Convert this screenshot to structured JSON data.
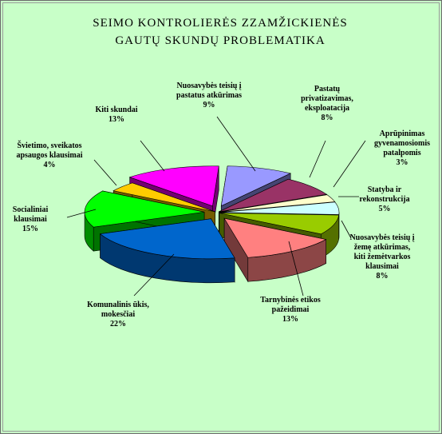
{
  "chart_data": {
    "type": "pie",
    "title_lines": [
      "SEIMO KONTROLIERĖS ZZAMŽICKIENĖS",
      "GAUTŲ SKUNDŲ PROBLEMATIKA"
    ],
    "slices": [
      {
        "label_lines": [
          "Nuosavybės teisių į",
          "pastatus atkūrimas"
        ],
        "percent_label": "9%",
        "value": 9,
        "color": "#9999ff",
        "exploded": true
      },
      {
        "label_lines": [
          "Pastatų",
          "privatizavimas,",
          "eksploatacija"
        ],
        "percent_label": "8%",
        "value": 8,
        "color": "#993366",
        "exploded": false
      },
      {
        "label_lines": [
          "Aprūpinimas",
          "gyvenamosiomis",
          "patalpomis"
        ],
        "percent_label": "3%",
        "value": 3,
        "color": "#ffffcc",
        "exploded": false
      },
      {
        "label_lines": [
          "Statyba ir",
          "rekonstrukcija"
        ],
        "percent_label": "5%",
        "value": 5,
        "color": "#ccffff",
        "exploded": false
      },
      {
        "label_lines": [
          "Nuosavybės teisių į",
          "žemę atkūrimas,",
          "kiti žemėtvarkos",
          "klausimai"
        ],
        "percent_label": "8%",
        "value": 8,
        "color": "#99cc00",
        "exploded": false
      },
      {
        "label_lines": [
          "Tarnybinės etikos",
          "pažeidimai"
        ],
        "percent_label": "13%",
        "value": 13,
        "color": "#ff8080",
        "exploded": true
      },
      {
        "label_lines": [
          "Komunalinis ūkis,",
          "mokesčiai"
        ],
        "percent_label": "22%",
        "value": 22,
        "color": "#0066cc",
        "exploded": true
      },
      {
        "label_lines": [
          "Socialiniai",
          "klausimai"
        ],
        "percent_label": "15%",
        "value": 15,
        "color": "#00ff00",
        "exploded": true
      },
      {
        "label_lines": [
          "Švietimo, sveikatos",
          "apsaugos klausimai"
        ],
        "percent_label": "4%",
        "value": 4,
        "color": "#ffcc00",
        "exploded": false
      },
      {
        "label_lines": [
          "Kiti skundai"
        ],
        "percent_label": "13%",
        "value": 13,
        "color": "#ff00ff",
        "exploded": true
      }
    ]
  }
}
